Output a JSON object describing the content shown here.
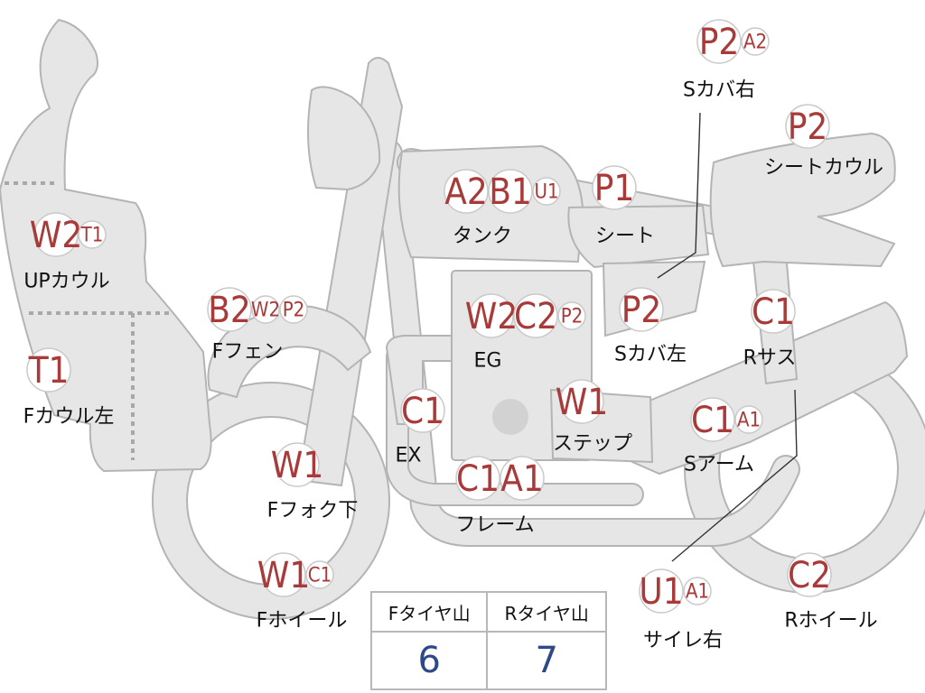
{
  "parts": [
    {
      "id": "p-side-cover-right",
      "label": "Sカバ右",
      "badges": [
        {
          "code": "P2",
          "size": "large"
        },
        {
          "code": "A2",
          "size": "small"
        }
      ]
    },
    {
      "id": "p-seat-cowl",
      "label": "シートカウル",
      "badges": [
        {
          "code": "P2",
          "size": "large"
        }
      ]
    },
    {
      "id": "p-tank",
      "label": "タンク",
      "badges": [
        {
          "code": "A2",
          "size": "large"
        },
        {
          "code": "B1",
          "size": "large"
        },
        {
          "code": "U1",
          "size": "small"
        }
      ]
    },
    {
      "id": "p-seat",
      "label": "シート",
      "badges": [
        {
          "code": "P1",
          "size": "large"
        }
      ]
    },
    {
      "id": "p-up-cowl",
      "label": "UPカウル",
      "badges": [
        {
          "code": "W2",
          "size": "large"
        },
        {
          "code": "T1",
          "size": "small"
        }
      ]
    },
    {
      "id": "p-f-fender",
      "label": "Fフェン",
      "badges": [
        {
          "code": "B2",
          "size": "large"
        },
        {
          "code": "W2",
          "size": "small"
        },
        {
          "code": "P2",
          "size": "small"
        }
      ]
    },
    {
      "id": "p-engine",
      "label": "EG",
      "badges": [
        {
          "code": "W2",
          "size": "large"
        },
        {
          "code": "C2",
          "size": "large"
        },
        {
          "code": "P2",
          "size": "small"
        }
      ]
    },
    {
      "id": "p-side-cover-left",
      "label": "Sカバ左",
      "badges": [
        {
          "code": "P2",
          "size": "large"
        }
      ]
    },
    {
      "id": "p-r-suspension",
      "label": "Rサス",
      "badges": [
        {
          "code": "C1",
          "size": "large"
        }
      ]
    },
    {
      "id": "p-cowl-left",
      "label": "Fカウル左",
      "badges": [
        {
          "code": "T1",
          "size": "large"
        }
      ]
    },
    {
      "id": "p-exhaust",
      "label": "EX",
      "badges": [
        {
          "code": "C1",
          "size": "large"
        }
      ]
    },
    {
      "id": "p-step",
      "label": "ステップ",
      "badges": [
        {
          "code": "W1",
          "size": "large"
        }
      ]
    },
    {
      "id": "p-swing-arm",
      "label": "Sアーム",
      "badges": [
        {
          "code": "C1",
          "size": "large"
        },
        {
          "code": "A1",
          "size": "small"
        }
      ]
    },
    {
      "id": "p-f-fork-lower",
      "label": "Fフォク下",
      "badges": [
        {
          "code": "W1",
          "size": "large"
        }
      ]
    },
    {
      "id": "p-frame",
      "label": "フレーム",
      "badges": [
        {
          "code": "C1",
          "size": "large"
        },
        {
          "code": "A1",
          "size": "large"
        }
      ]
    },
    {
      "id": "p-f-wheel",
      "label": "Fホイール",
      "badges": [
        {
          "code": "W1",
          "size": "large"
        },
        {
          "code": "C1",
          "size": "small"
        }
      ]
    },
    {
      "id": "p-silencer-right",
      "label": "サイレ右",
      "badges": [
        {
          "code": "U1",
          "size": "large"
        },
        {
          "code": "A1",
          "size": "small"
        }
      ]
    },
    {
      "id": "p-r-wheel",
      "label": "Rホイール",
      "badges": [
        {
          "code": "C2",
          "size": "large"
        }
      ]
    }
  ],
  "tire_table": {
    "front_header": "Fタイヤ山",
    "rear_header": "Rタイヤ山",
    "front_value": "6",
    "rear_value": "7"
  }
}
